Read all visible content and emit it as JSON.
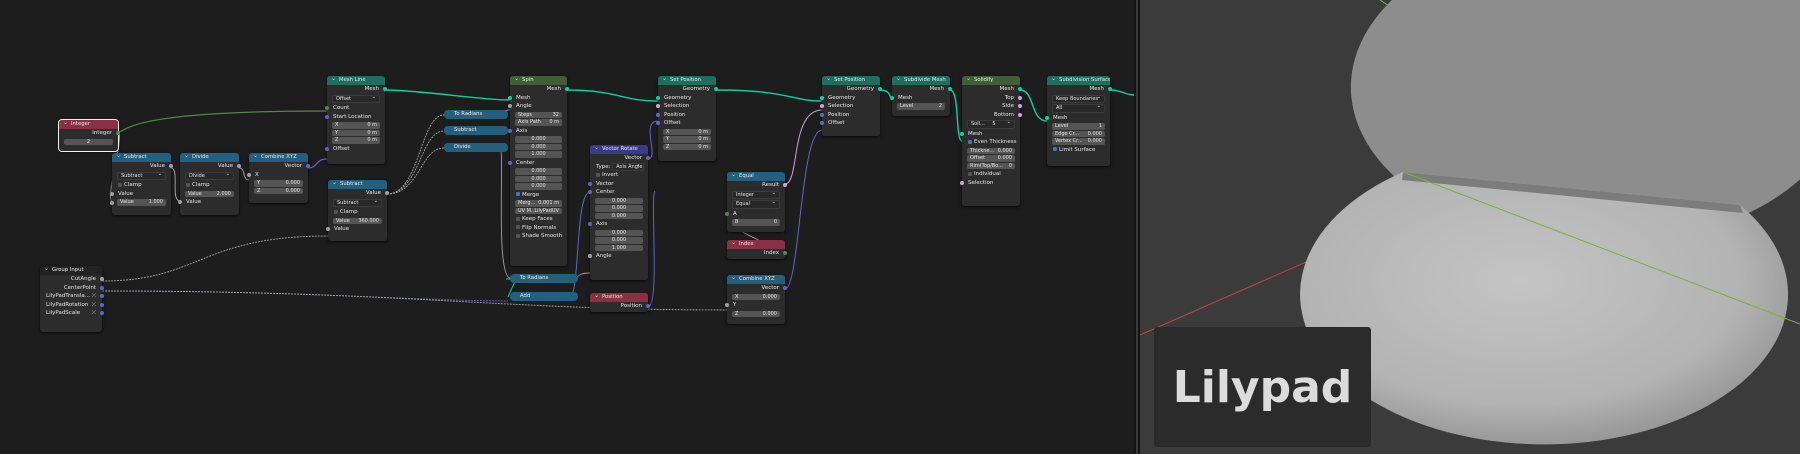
{
  "nodes": {
    "integer": {
      "title": "Integer",
      "out": "Integer",
      "value": "2"
    },
    "subtract1": {
      "title": "Subtract",
      "out": "Value",
      "mode": "Subtract",
      "clamp": "Clamp",
      "in1": "Value",
      "in2": "Value",
      "in2_val": "1.000"
    },
    "divide1": {
      "title": "Divide",
      "out": "Value",
      "mode": "Divide",
      "clamp": "Clamp",
      "in1": "Value",
      "in1_val": "2.000",
      "in2": "Value"
    },
    "combine1": {
      "title": "Combine XYZ",
      "out": "Vector",
      "x": "X",
      "y": "Y",
      "y_val": "0.000",
      "z": "Z",
      "z_val": "0.000"
    },
    "meshline": {
      "title": "Mesh Line",
      "out": "Mesh",
      "mode": "Offset",
      "count": "Count",
      "start": "Start Location",
      "x": "X",
      "x_val": "0 m",
      "y": "Y",
      "y_val": "0 m",
      "z": "Z",
      "z_val": "0 m",
      "offset": "Offset"
    },
    "subtract2": {
      "title": "Subtract",
      "out": "Value",
      "mode": "Subtract",
      "clamp": "Clamp",
      "in1": "Value",
      "in1_val": "360.000",
      "in2": "Value"
    },
    "group_input": {
      "title": "Group Input",
      "o1": "CutAngle",
      "o2": "CenterPoint",
      "o3": "LilyPadTransla...",
      "o4": "LilyPadRotation",
      "o5": "LilyPadScale"
    },
    "to_radians1": {
      "title": "To Radians"
    },
    "subtract3": {
      "title": "Subtract"
    },
    "divide2": {
      "title": "Divide"
    },
    "spin": {
      "title": "Spin",
      "out": "Mesh",
      "mesh": "Mesh",
      "angle": "Angle",
      "steps": "Steps",
      "steps_val": "32",
      "axis_path": "Axis Path",
      "axis_path_val": "0 m",
      "axis": "Axis",
      "a1": "0.000",
      "a2": "0.000",
      "a3": "1.000",
      "center": "Center",
      "c1": "0.000",
      "c2": "0.000",
      "c3": "0.000",
      "merge": "Merge",
      "merge_dist": "Merg...",
      "merge_val": "0.001 m",
      "uvmap": "UV M...",
      "uvmap_val": "LilyPadUV",
      "keep": "Keep Faces",
      "flip": "Flip Normals",
      "shade": "Shade Smooth"
    },
    "to_radians2": {
      "title": "To Radians"
    },
    "add": {
      "title": "Add"
    },
    "vector_rotate": {
      "title": "Vector Rotate",
      "out": "Vector",
      "type_label": "Type:",
      "type_val": "Axis Angle",
      "invert": "Invert",
      "vector": "Vector",
      "center": "Center",
      "c1": "0.000",
      "c2": "0.000",
      "c3": "0.000",
      "axis": "Axis",
      "a1": "0.000",
      "a2": "0.000",
      "a3": "1.000",
      "angle": "Angle"
    },
    "position1": {
      "title": "Position",
      "out": "Position"
    },
    "setpos1": {
      "title": "Set Position",
      "out": "Geometry",
      "geometry": "Geometry",
      "selection": "Selection",
      "position": "Position",
      "offset": "Offset",
      "x": "X",
      "x_val": "0 m",
      "y": "Y",
      "y_val": "0 m",
      "z": "Z",
      "z_val": "0 m"
    },
    "equal": {
      "title": "Equal",
      "out": "Result",
      "dtype": "Integer",
      "op": "Equal",
      "a": "A",
      "b": "B",
      "b_val": "0"
    },
    "index": {
      "title": "Index",
      "out": "Index"
    },
    "combine2": {
      "title": "Combine XYZ",
      "out": "Vector",
      "x": "X",
      "x_val": "0.000",
      "y": "Y",
      "z": "Z",
      "z_val": "0.000"
    },
    "setpos2": {
      "title": "Set Position",
      "out": "Geometry",
      "geometry": "Geometry",
      "selection": "Selection",
      "position": "Position",
      "offset": "Offset"
    },
    "subdiv_mesh": {
      "title": "Subdivide Mesh",
      "out": "Mesh",
      "mesh": "Mesh",
      "level": "Level",
      "level_val": "2"
    },
    "solidify": {
      "title": "Solidify",
      "mesh_out": "Mesh",
      "top": "Top",
      "side": "Side",
      "bottom": "Bottom",
      "mode": "Soli...",
      "num": "5",
      "mesh": "Mesh",
      "even": "Even Thickness",
      "thick": "Thickne...",
      "thick_val": "0.000",
      "offset": "Offset",
      "offset_val": "0.000",
      "rim": "Rim(Top/Bo...",
      "rim_val": "0",
      "individual": "Individual",
      "selection": "Selection"
    },
    "subdiv_surface": {
      "title": "Subdivision Surface",
      "out": "Mesh",
      "boundary": "Keep Boundaries",
      "uv": "All",
      "mesh": "Mesh",
      "level": "Level",
      "level_val": "1",
      "edge": "Edge Cr...",
      "edge_val": "0.000",
      "vertex": "Vertex Cr...",
      "vertex_val": "0.000",
      "limit": "Limit Surface"
    }
  },
  "viewport": {
    "label": "Lilypad",
    "disc_color": "#b9b9b9",
    "x_axis_color": "#b34a4a",
    "y_axis_color": "#7ab33a"
  },
  "colors": {
    "geometry": "#00d6a3",
    "vector": "#6363c7",
    "float": "#a1a1a1",
    "integer": "#4e8b46"
  }
}
